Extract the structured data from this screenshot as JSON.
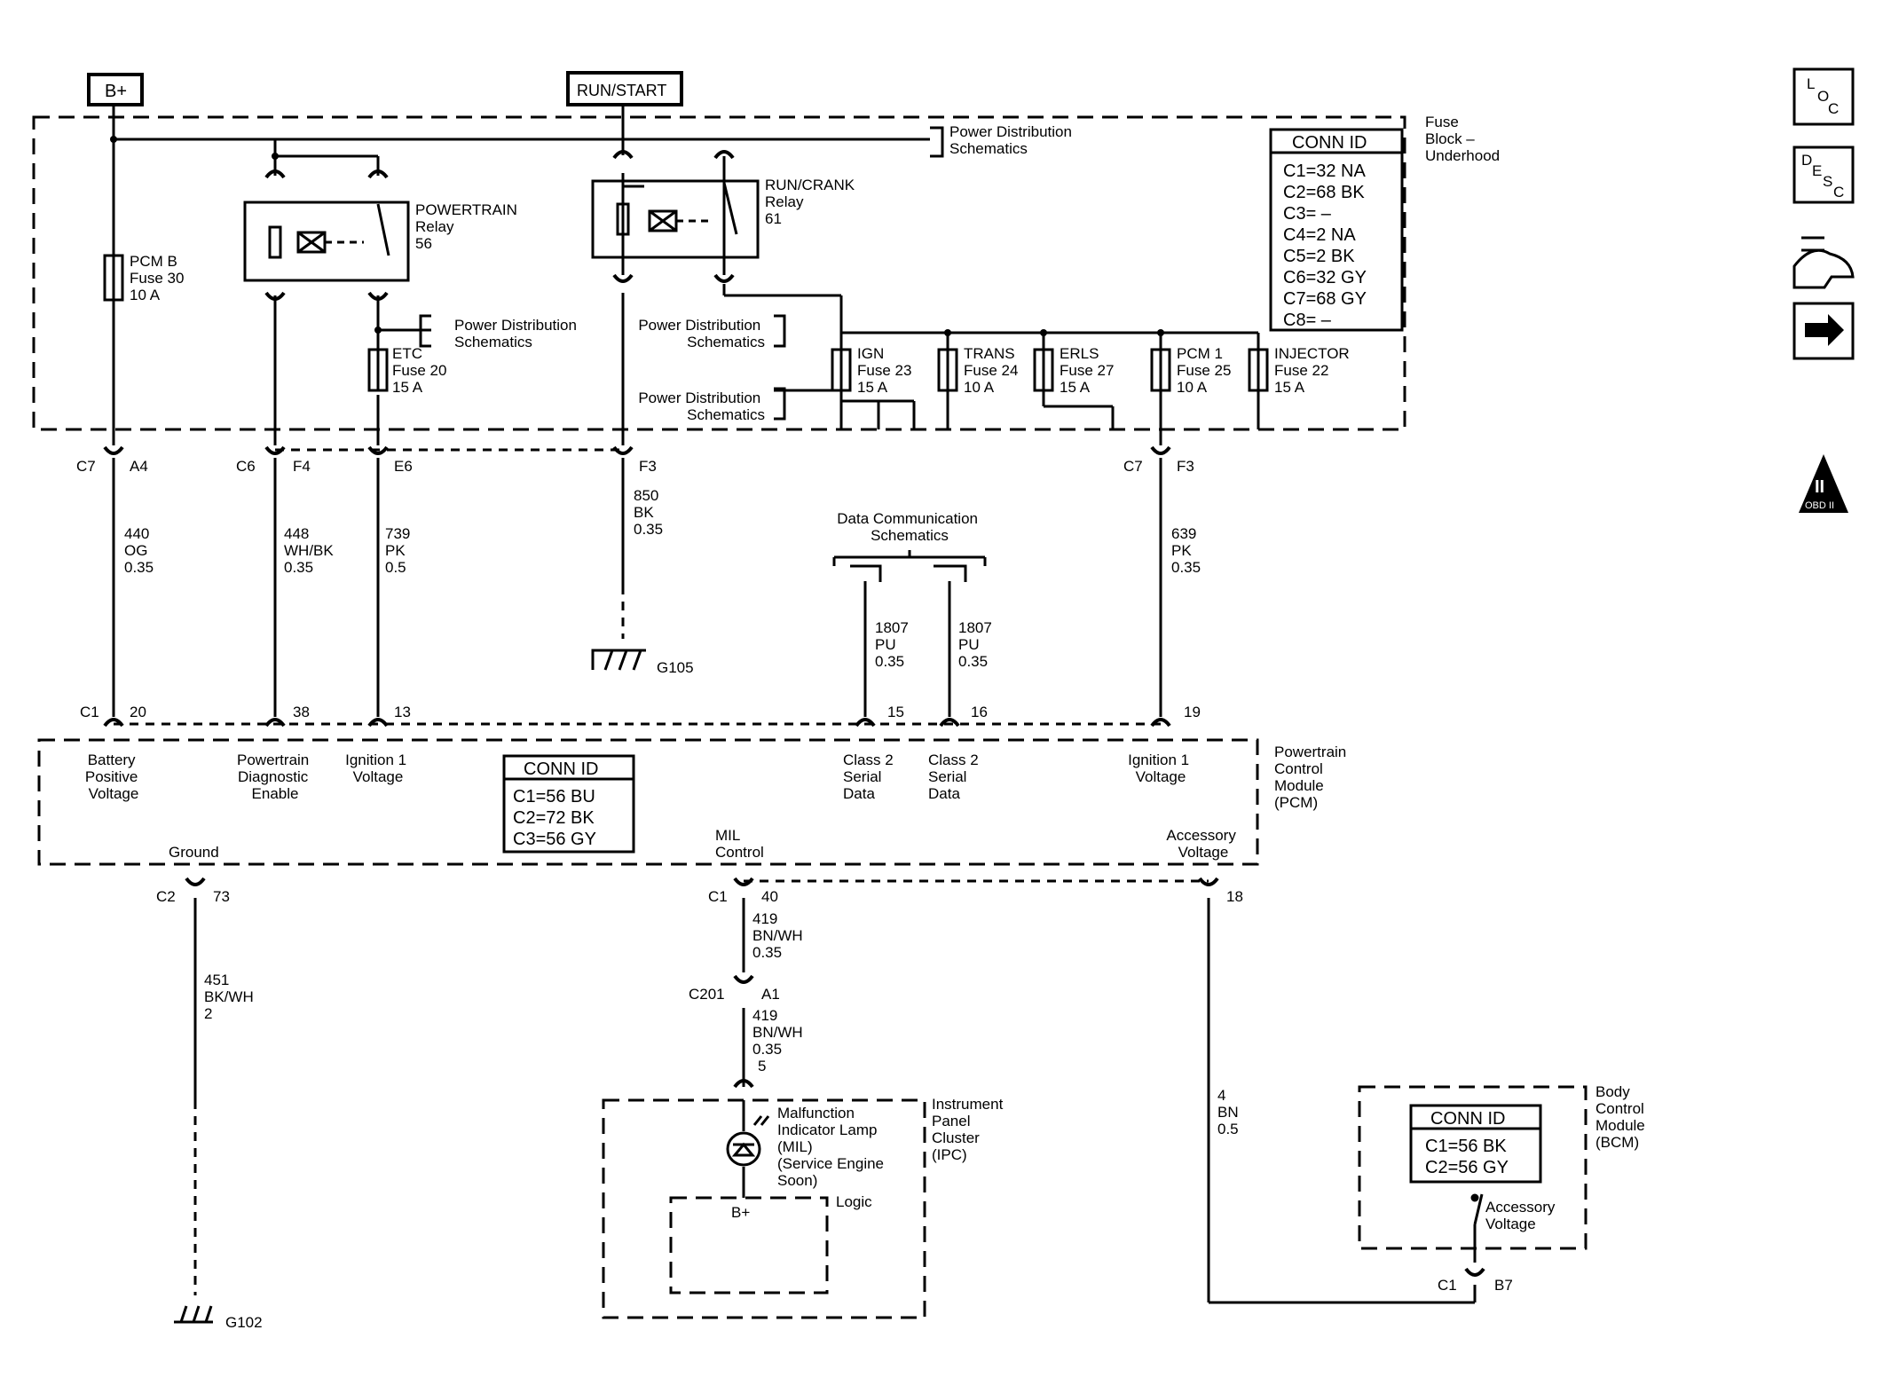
{
  "supplies": {
    "bplus": "B+",
    "runstart": "RUN/START"
  },
  "fuse_block": {
    "title": [
      "Fuse",
      "Block –",
      "Underhood"
    ],
    "conn_title": "CONN ID",
    "conn_ids": [
      "C1=32 NA",
      "C2=68 BK",
      "C3= –",
      "C4=2 NA",
      "C5=2 BK",
      "C6=32 GY",
      "C7=68 GY",
      "C8= –"
    ],
    "power_dist": [
      "Power Distribution",
      "Schematics"
    ],
    "powertrain_relay": [
      "POWERTRAIN",
      "Relay",
      "56"
    ],
    "runcrank_relay": [
      "RUN/CRANK",
      "Relay",
      "61"
    ],
    "fuses": {
      "pcmb": [
        "PCM B",
        "Fuse 30",
        "10 A"
      ],
      "etc": [
        "ETC",
        "Fuse 20",
        "15 A"
      ],
      "ign": [
        "IGN",
        "Fuse 23",
        "15 A"
      ],
      "trans": [
        "TRANS",
        "Fuse 24",
        "10 A"
      ],
      "erls": [
        "ERLS",
        "Fuse 27",
        "15 A"
      ],
      "pcm1": [
        "PCM 1",
        "Fuse 25",
        "10 A"
      ],
      "injector": [
        "INJECTOR",
        "Fuse 22",
        "15 A"
      ]
    }
  },
  "connectors_top": {
    "c7": "C7",
    "a4": "A4",
    "c6": "C6",
    "f4": "F4",
    "e6": "E6",
    "f3": "F3",
    "c7b": "C7",
    "f3b": "F3"
  },
  "wires": {
    "w440": [
      "440",
      "OG",
      "0.35"
    ],
    "w448": [
      "448",
      "WH/BK",
      "0.35"
    ],
    "w739": [
      "739",
      "PK",
      "0.5"
    ],
    "w850": [
      "850",
      "BK",
      "0.35"
    ],
    "w1807a": [
      "1807",
      "PU",
      "0.35"
    ],
    "w1807b": [
      "1807",
      "PU",
      "0.35"
    ],
    "w639": [
      "639",
      "PK",
      "0.35"
    ],
    "w451": [
      "451",
      "BK/WH",
      "2"
    ],
    "w419a": [
      "419",
      "BN/WH",
      "0.35"
    ],
    "w419b": [
      "419",
      "BN/WH",
      "0.35"
    ],
    "w4": [
      "4",
      "BN",
      "0.5"
    ]
  },
  "data_comm": [
    "Data Communication",
    "Schematics"
  ],
  "grounds": {
    "g105": "G105",
    "g102": "G102"
  },
  "pcm": {
    "title": [
      "Powertrain",
      "Control",
      "Module",
      "(PCM)"
    ],
    "c1": "C1",
    "pins": [
      "20",
      "38",
      "13",
      "15",
      "16",
      "19"
    ],
    "labels": {
      "batt": [
        "Battery",
        "Positive",
        "Voltage"
      ],
      "pde": [
        "Powertrain",
        "Diagnostic",
        "Enable"
      ],
      "ign1a": [
        "Ignition 1",
        "Voltage"
      ],
      "cls2a": [
        "Class 2",
        "Serial",
        "Data"
      ],
      "cls2b": [
        "Class 2",
        "Serial",
        "Data"
      ],
      "ign1b": [
        "Ignition 1",
        "Voltage"
      ],
      "ground": "Ground",
      "mil": [
        "MIL",
        "Control"
      ],
      "acc": [
        "Accessory",
        "Voltage"
      ]
    },
    "conn_title": "CONN ID",
    "conn_ids": [
      "C1=56 BU",
      "C2=72 BK",
      "C3=56 GY"
    ]
  },
  "pcm_bottom": {
    "c2": "C2",
    "p73": "73",
    "c1": "C1",
    "p40": "40",
    "p18": "18"
  },
  "c201": {
    "name": "C201",
    "pin": "A1",
    "pin5": "5"
  },
  "ipc": {
    "title": [
      "Instrument",
      "Panel",
      "Cluster",
      "(IPC)"
    ],
    "lamp": [
      "Malfunction",
      "Indicator Lamp",
      "(MIL)",
      "(Service Engine",
      "Soon)"
    ],
    "logic": "Logic",
    "bplus": "B+"
  },
  "bcm": {
    "title": [
      "Body",
      "Control",
      "Module",
      "(BCM)"
    ],
    "conn_title": "CONN ID",
    "conn_ids": [
      "C1=56 BK",
      "C2=56 GY"
    ],
    "acc": [
      "Accessory",
      "Voltage"
    ],
    "c1": "C1",
    "pin": "B7"
  },
  "side_icons": {
    "loc": [
      "L",
      "O",
      "C"
    ],
    "desc": [
      "D",
      "E",
      "S",
      "C"
    ],
    "obd": [
      "II",
      "OBD II"
    ],
    "icon_names": [
      "loc-icon",
      "desc-icon",
      "connector-icon",
      "next-arrow-icon",
      "obd-ii-icon"
    ]
  }
}
